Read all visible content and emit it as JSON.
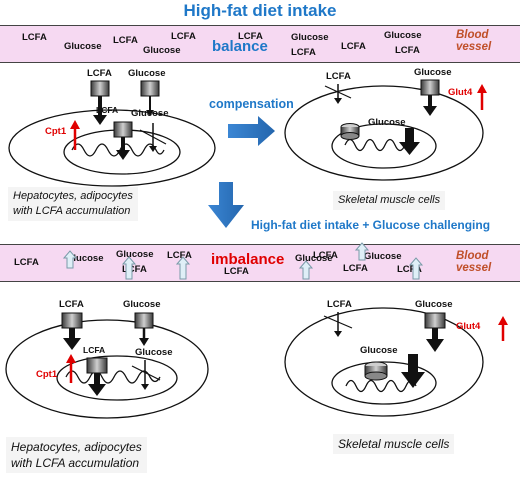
{
  "title": "High-fat diet intake",
  "top_band": {
    "state": "balance",
    "blood_vessel": "Blood vessel",
    "items": [
      "LCFA",
      "Glucose",
      "LCFA",
      "Glucose",
      "LCFA",
      "Glucose",
      "LCFA",
      "LCFA",
      "LCFA",
      "Glucose",
      "LCFA"
    ]
  },
  "top_left_cell": {
    "lcfa": "LCFA",
    "glucose": "Glucose",
    "inner_lcfa": "LCFA",
    "inner_glucose": "Glucose",
    "cpt1": "Cpt1"
  },
  "top_right_cell": {
    "lcfa": "LCFA",
    "glucose": "Glucose",
    "glut4": "Glut4",
    "inner_glucose": "Glucose"
  },
  "compensation": "compensation",
  "caption_left_top": [
    "Hepatocytes, adipocytes",
    "with LCFA accumulation"
  ],
  "caption_right_top": "Skeletal muscle cells",
  "challenge_text": "High-fat diet intake + Glucose challenging",
  "bottom_band": {
    "state": "imbalance",
    "blood_vessel": "Blood vessel",
    "items": [
      "LCFA",
      "Glucose",
      "LCFA",
      "Glucose",
      "LCFA",
      "LCFA",
      "Glucose",
      "LCFA",
      "LCFA",
      "Glucose",
      "LCFA"
    ]
  },
  "bottom_left_cell": {
    "lcfa": "LCFA",
    "glucose": "Glucose",
    "inner_lcfa": "LCFA",
    "inner_glucose": "Glucose",
    "cpt1": "Cpt1"
  },
  "bottom_right_cell": {
    "lcfa": "LCFA",
    "glucose": "Glucose",
    "glut4": "Glut4",
    "inner_glucose": "Glucose"
  },
  "caption_left_bottom": [
    "Hepatocytes, adipocytes",
    "with LCFA accumulation"
  ],
  "caption_right_bottom": "Skeletal muscle cells",
  "colors": {
    "blue": "#1f78c8",
    "red": "#e00000",
    "band": "#f6d9f2",
    "blood_vessel": "#c0502a"
  }
}
